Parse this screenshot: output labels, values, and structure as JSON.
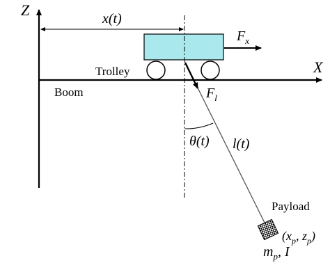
{
  "colors": {
    "trolley_fill": "#a9e8ec",
    "line": "#000000",
    "cable": "#555555",
    "background": "#ffffff"
  },
  "axes": {
    "z_label": "Z",
    "x_label": "X"
  },
  "labels": {
    "trolley_position": "x(t)",
    "trolley": "Trolley",
    "boom": "Boom",
    "force_x": "F",
    "force_x_sub": "x",
    "force_l": "F",
    "force_l_sub": "l",
    "angle": "θ(t)",
    "cable_length": "l(t)",
    "payload": "Payload",
    "payload_mass": "m",
    "payload_mass_sub": "p",
    "payload_inertia": ", I",
    "payload_coords_open": "(x",
    "payload_coords_x_sub": "p",
    "payload_coords_mid": ", z",
    "payload_coords_z_sub": "p",
    "payload_coords_close": ")"
  },
  "icons": {
    "trolley": "trolley-cart-icon",
    "payload": "checkered-payload-icon"
  }
}
